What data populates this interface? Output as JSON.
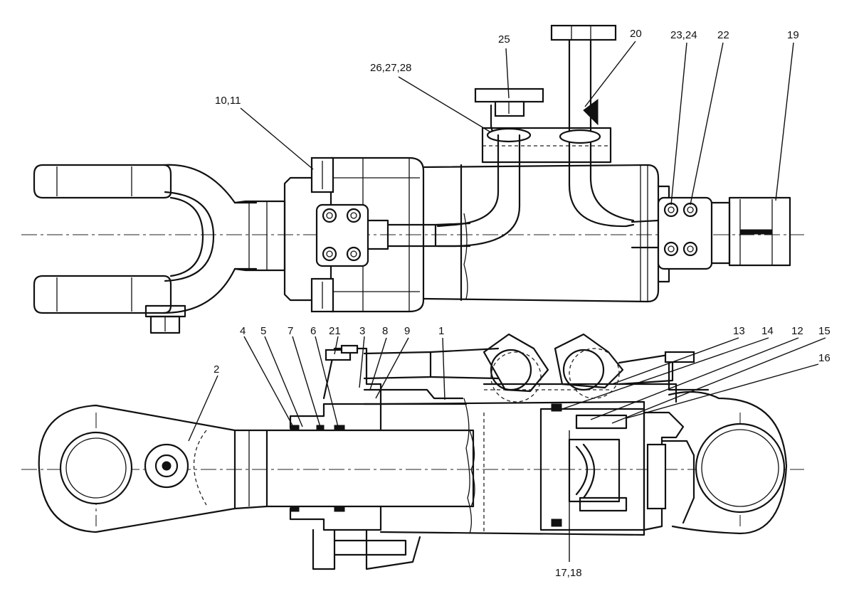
{
  "callouts": {
    "c25": "25",
    "c20": "20",
    "c23_24": "23,24",
    "c22": "22",
    "c19": "19",
    "c26_27_28": "26,27,28",
    "c10_11": "10,11",
    "c13": "13",
    "c14": "14",
    "c12": "12",
    "c15": "15",
    "c16": "16",
    "c4": "4",
    "c5": "5",
    "c7": "7",
    "c6": "6",
    "c21": "21",
    "c3": "3",
    "c8": "8",
    "c9": "9",
    "c1": "1",
    "c2": "2",
    "c17_18": "17,18"
  }
}
